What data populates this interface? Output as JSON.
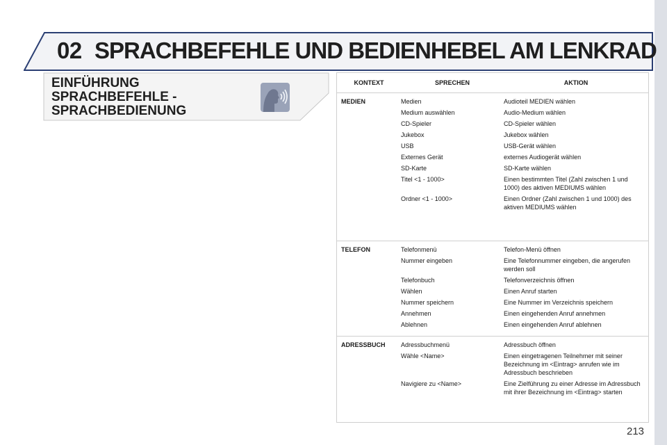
{
  "header": {
    "chapter": "02",
    "title": "SPRACHBEFEHLE UND BEDIENHEBEL AM LENKRAD"
  },
  "intro": {
    "title_lines": [
      "EINFÜHRUNG",
      "SPRACHBEFEHLE -",
      "SPRACHBEDIENUNG"
    ],
    "icon": "voice-command-icon"
  },
  "table": {
    "headers": [
      "KONTEXT",
      "SPRECHEN",
      "AKTION"
    ],
    "groups": [
      {
        "context": "MEDIEN",
        "rows": [
          {
            "say": "Medien",
            "action": "Audioteil MEDIEN wählen"
          },
          {
            "say": "Medium auswählen",
            "action": "Audio-Medium wählen"
          },
          {
            "say": "CD-Spieler",
            "action": "CD-Spieler wählen"
          },
          {
            "say": "Jukebox",
            "action": "Jukebox wählen"
          },
          {
            "say": "USB",
            "action": "USB-Gerät wählen"
          },
          {
            "say": "Externes Gerät",
            "action": "externes Audiogerät wählen"
          },
          {
            "say": "SD-Karte",
            "action": "SD-Karte wählen"
          },
          {
            "say": "Titel <1 - 1000>",
            "action": "Einen bestimmten Titel (Zahl zwischen 1 und 1000) des aktiven MEDIUMS wählen"
          },
          {
            "say": "Ordner <1 - 1000>",
            "action": "Einen Ordner (Zahl zwischen 1 und 1000) des aktiven MEDIUMS wählen"
          }
        ]
      },
      {
        "context": "TELEFON",
        "rows": [
          {
            "say": "Telefonmenü",
            "action": "Telefon-Menü öffnen"
          },
          {
            "say": "Nummer eingeben",
            "action": "Eine Telefonnummer eingeben, die angerufen werden soll"
          },
          {
            "say": "Telefonbuch",
            "action": "Telefonverzeichnis öffnen"
          },
          {
            "say": "Wählen",
            "action": "Einen Anruf starten"
          },
          {
            "say": "Nummer speichern",
            "action": "Eine Nummer im Verzeichnis speichern"
          },
          {
            "say": "Annehmen",
            "action": "Einen eingehenden Anruf annehmen"
          },
          {
            "say": "Ablehnen",
            "action": "Einen eingehenden Anruf ablehnen"
          }
        ]
      },
      {
        "context": "ADRESSBUCH",
        "rows": [
          {
            "say": "Adressbuchmenü",
            "action": "Adressbuch öffnen"
          },
          {
            "say": "Wähle <Name>",
            "action": "Einen eingetragenen Teilnehmer mit seiner Bezeichnung im <Eintrag> anrufen wie im Adressbuch beschrieben"
          },
          {
            "say": "Navigiere zu <Name>",
            "action": "Eine Zielführung zu einer Adresse im Adressbuch mit ihrer Bezeichnung im <Eintrag> starten"
          }
        ]
      }
    ]
  },
  "page_number": "213",
  "colors": {
    "banner_border": "#2b3f73",
    "banner_fill": "#f2f3f6",
    "icon_bg": "#9aa3b8",
    "table_border": "#cfcfcf"
  }
}
